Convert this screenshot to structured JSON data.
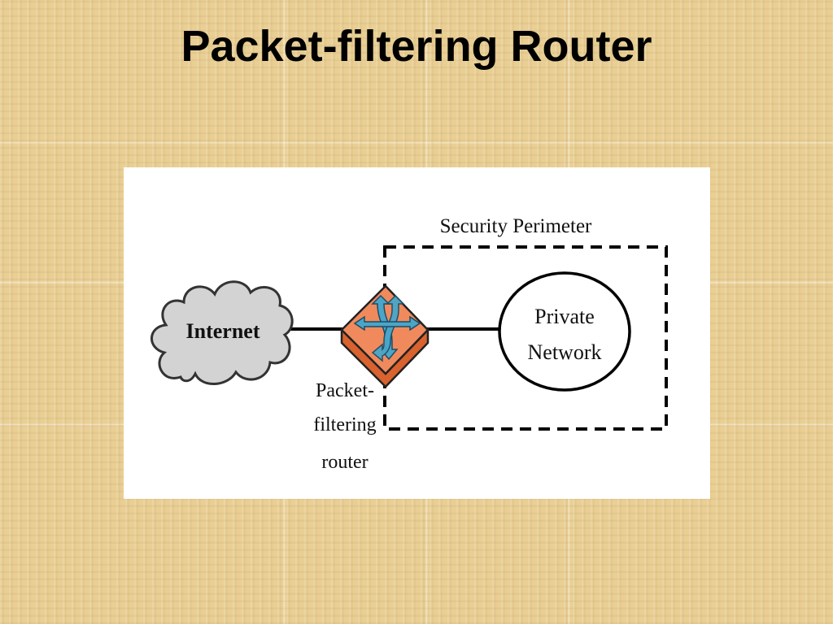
{
  "slide": {
    "title": "Packet-filtering Router"
  },
  "diagram": {
    "perimeter_label": "Security Perimeter",
    "internet_label": "Internet",
    "router_label_lines": [
      "Packet-",
      "filtering",
      "router"
    ],
    "private_network_lines": [
      "Private",
      "Network"
    ],
    "colors": {
      "router_top": "#f08a5d",
      "router_side": "#d9622e",
      "router_arrows": "#4aa6c9",
      "cloud": "#d3d3d3",
      "background_texture": "#e9cf94"
    }
  }
}
